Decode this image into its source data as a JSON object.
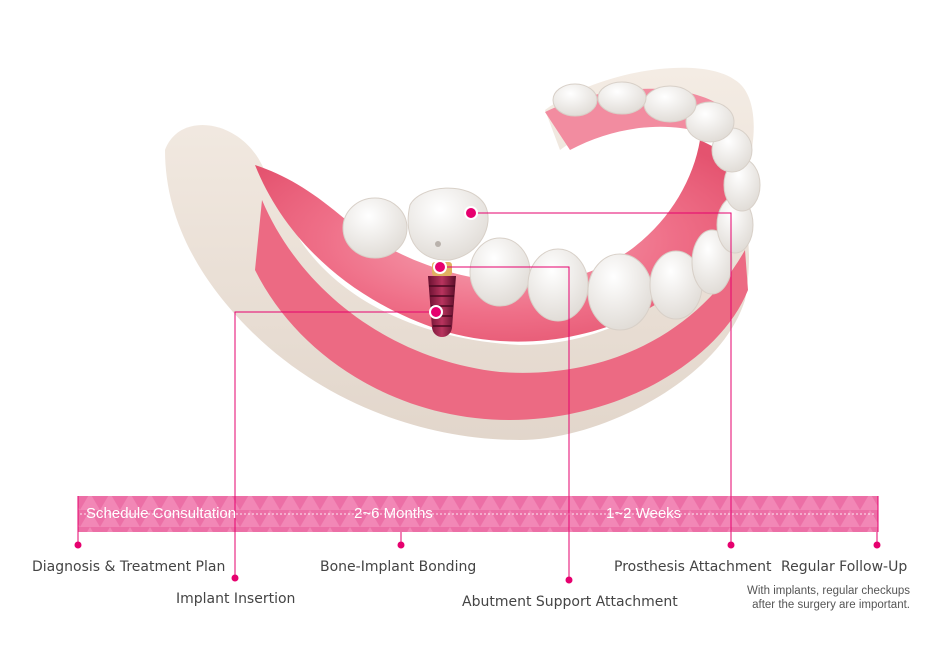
{
  "colors": {
    "accent": "#e6006e",
    "gum": "#ee6b85",
    "bar": "#ec6fa6"
  },
  "timeline": {
    "segments": [
      "Schedule Consultation",
      "2~6 Months",
      "1~2 Weeks"
    ]
  },
  "steps": {
    "diagnosis": "Diagnosis & Treatment Plan",
    "insertion": "Implant Insertion",
    "bonding": "Bone-Implant Bonding",
    "abutment": "Abutment Support Attachment",
    "prosthesis": "Prosthesis Attachment",
    "followup": "Regular Follow-Up"
  },
  "note": {
    "line1": "With implants, regular checkups",
    "line2": "after the surgery are important."
  }
}
